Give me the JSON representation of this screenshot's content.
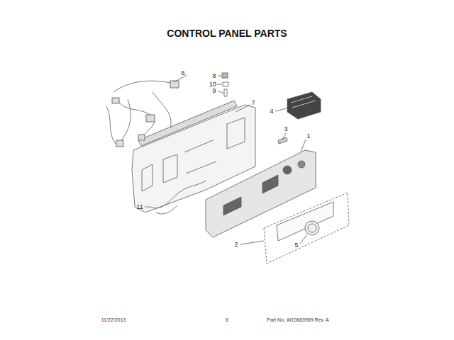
{
  "diagram": {
    "title": "CONTROL PANEL PARTS",
    "labels": [
      "6",
      "8",
      "10",
      "9",
      "7",
      "4",
      "3",
      "1",
      "11",
      "2",
      "5",
      "11/22/2013",
      "6",
      "Part No. W10663969 Rev. A"
    ]
  }
}
